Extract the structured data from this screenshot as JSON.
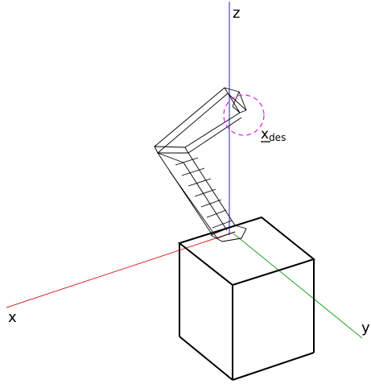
{
  "axes": {
    "x": {
      "label": "x",
      "color": "#e02020"
    },
    "y": {
      "label": "y",
      "color": "#20a020"
    },
    "z": {
      "label": "z",
      "color": "#2020d0"
    }
  },
  "target": {
    "symbol": "x",
    "subscript": "des",
    "marker_color": "#e020e0"
  },
  "scene": {
    "box_color": "#000000",
    "arm_color": "#000000"
  }
}
